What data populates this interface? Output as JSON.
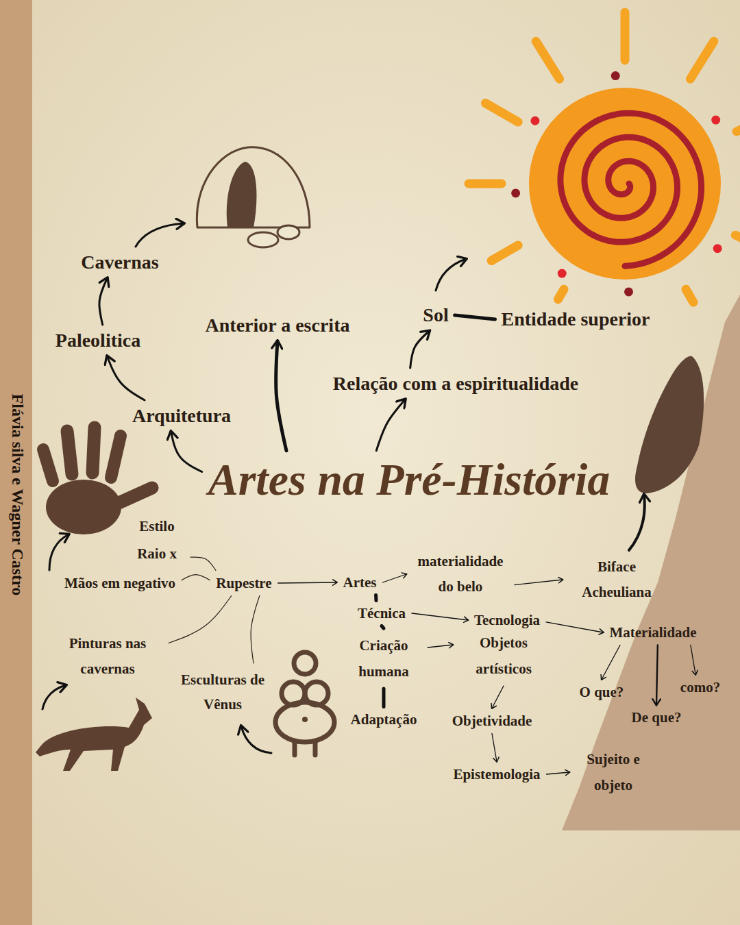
{
  "diagram": {
    "nodes": [
      {
        "text": [
          "Cavernas"
        ]
      },
      {
        "text": [
          "Anterior a escrita"
        ]
      },
      {
        "text": [
          "Sol"
        ]
      },
      {
        "text": [
          "Entidade superior"
        ]
      },
      {
        "text": [
          "Paleolitica"
        ]
      },
      {
        "text": [
          "Relação com a espiritualidade"
        ]
      },
      {
        "text": [
          "Arquitetura"
        ]
      },
      {
        "text": [
          "Artes na Pré-História"
        ]
      },
      {
        "text": [
          "Estilo Raio x"
        ]
      },
      {
        "text": [
          "Mãos em negativo"
        ]
      },
      {
        "text": [
          "Rupestre"
        ]
      },
      {
        "text": [
          "Artes"
        ]
      },
      {
        "text": [
          "materialidade do belo"
        ]
      },
      {
        "text": [
          "Biface Acheuliana"
        ]
      },
      {
        "text": [
          "Técnica"
        ]
      },
      {
        "text": [
          "Tecnologia"
        ]
      },
      {
        "text": [
          "Materialidade"
        ]
      },
      {
        "text": [
          "Pinturas nas cavernas"
        ]
      },
      {
        "text": [
          "Criação humana"
        ]
      },
      {
        "text": [
          "Objetos artísticos"
        ]
      },
      {
        "text": [
          "Esculturas de Vênus"
        ]
      },
      {
        "text": [
          "O que?"
        ]
      },
      {
        "text": [
          "como?"
        ]
      },
      {
        "text": [
          "De que?"
        ]
      },
      {
        "text": [
          "Adaptação"
        ]
      },
      {
        "text": [
          "Objetividade"
        ]
      },
      {
        "text": [
          "Epistemologia"
        ]
      },
      {
        "text": [
          "Sujeito e objeto"
        ]
      }
    ],
    "edges": [
      {
        "from": 7,
        "to": 6,
        "arrow": "to"
      },
      {
        "from": 6,
        "to": 4,
        "arrow": "to"
      },
      {
        "from": 4,
        "to": 0,
        "arrow": "to"
      },
      {
        "from": 7,
        "to": 1,
        "arrow": "to"
      },
      {
        "from": 7,
        "to": 5,
        "arrow": "to"
      },
      {
        "from": 5,
        "to": 2,
        "arrow": "to"
      },
      {
        "from": 2,
        "to": 3,
        "arrow": "none"
      },
      {
        "from": 10,
        "to": 11,
        "arrow": "to"
      },
      {
        "from": 10,
        "to": 8,
        "arrow": "none"
      },
      {
        "from": 9,
        "to": 10,
        "arrow": "none"
      },
      {
        "from": 10,
        "to": 17,
        "arrow": "none"
      },
      {
        "from": 10,
        "to": 20,
        "arrow": "none"
      },
      {
        "from": 11,
        "to": 12,
        "arrow": "to"
      },
      {
        "from": 12,
        "to": 13,
        "arrow": "to"
      },
      {
        "from": 11,
        "to": 14,
        "arrow": "none"
      },
      {
        "from": 14,
        "to": 18,
        "arrow": "none"
      },
      {
        "from": 18,
        "to": 24,
        "arrow": "none"
      },
      {
        "from": 14,
        "to": 15,
        "arrow": "to"
      },
      {
        "from": 18,
        "to": 19,
        "arrow": "to"
      },
      {
        "from": 15,
        "to": 16,
        "arrow": "to"
      },
      {
        "from": 16,
        "to": 21,
        "arrow": "to"
      },
      {
        "from": 16,
        "to": 23,
        "arrow": "to"
      },
      {
        "from": 16,
        "to": 22,
        "arrow": "to"
      },
      {
        "from": 19,
        "to": 25,
        "arrow": "to"
      },
      {
        "from": 25,
        "to": 26,
        "arrow": "to"
      },
      {
        "from": 26,
        "to": 27,
        "arrow": "to"
      }
    ],
    "labels": [
      "Flávia silva e Wagner Castro"
    ]
  }
}
